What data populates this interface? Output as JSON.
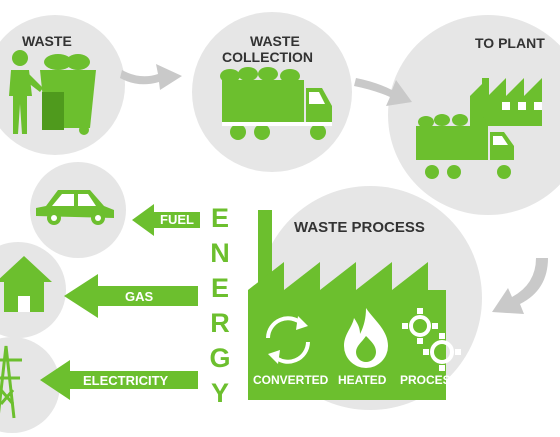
{
  "colors": {
    "green": "#6cbf2e",
    "dark_green": "#4f9a1d",
    "circle": "#e6e6e6",
    "arrow_gray": "#c9c9c9",
    "text": "#333333"
  },
  "stages": {
    "waste": "WASTE",
    "collection_line1": "WASTE",
    "collection_line2": "COLLECTION",
    "plant": "TO PLANT"
  },
  "process": {
    "title": "WASTE PROCESS",
    "steps": [
      "CONVERTED",
      "HEATED",
      "PROCESSED"
    ]
  },
  "energy": {
    "letters": [
      "E",
      "N",
      "E",
      "R",
      "G",
      "Y"
    ],
    "outputs": [
      "FUEL",
      "GAS",
      "ELECTRICITY"
    ]
  },
  "icons": [
    "person-icon",
    "trash-bins-icon",
    "garbage-truck-icon",
    "factory-icon",
    "car-icon",
    "house-icon",
    "power-tower-icon",
    "recycle-icon",
    "flame-icon",
    "gears-icon"
  ]
}
